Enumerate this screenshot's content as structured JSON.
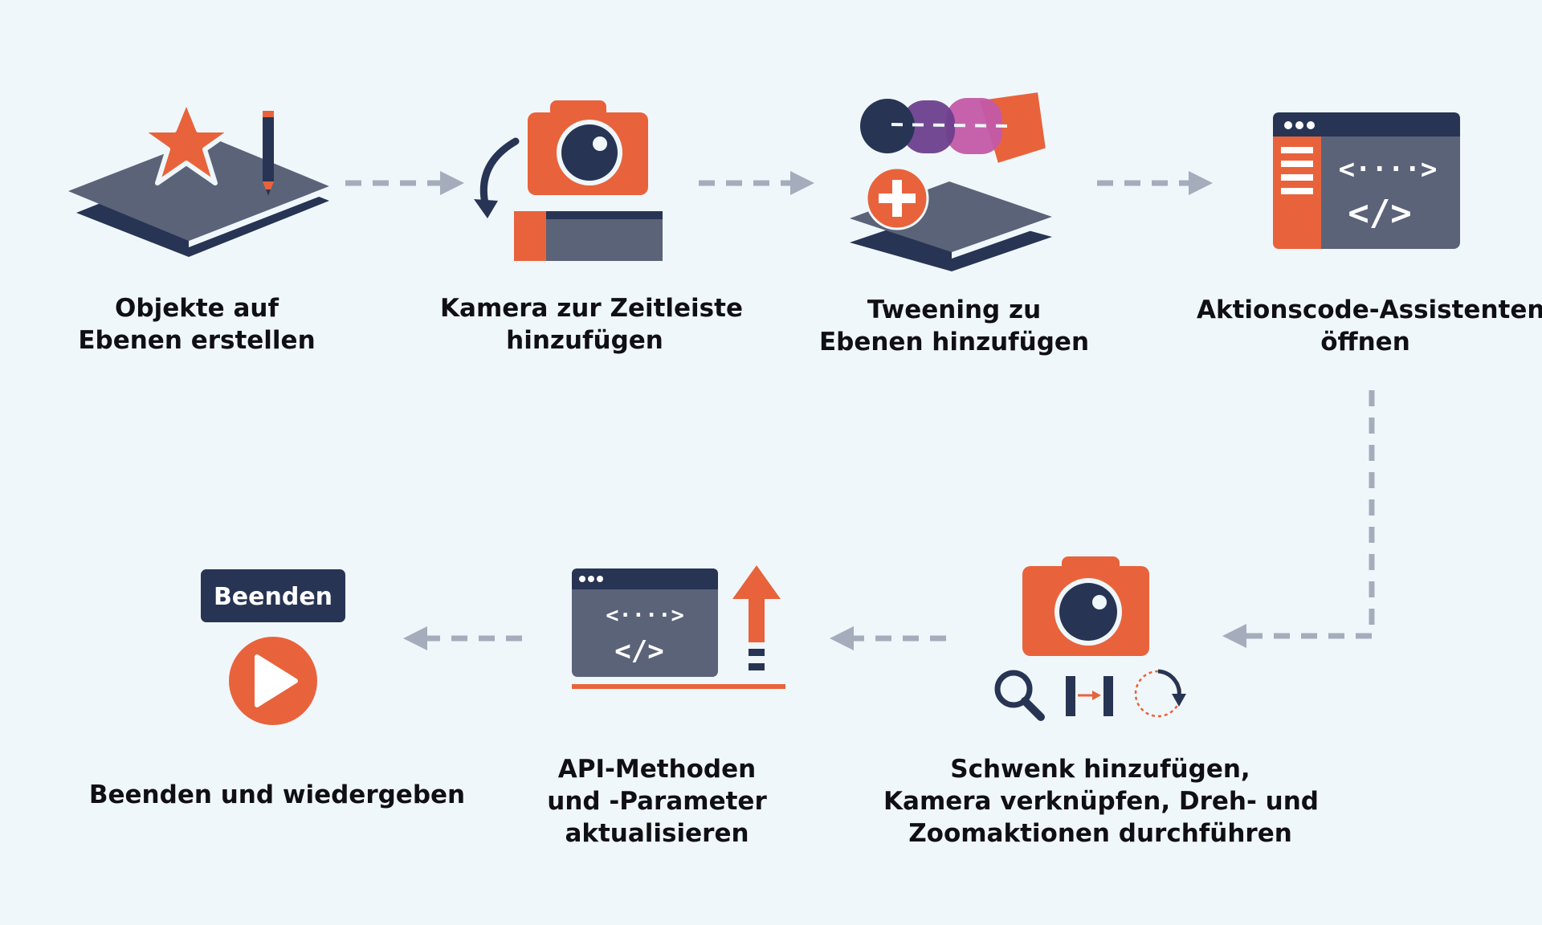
{
  "colors": {
    "background": "#f0f7fb",
    "orange": "#e8633b",
    "navy": "#273454",
    "slate": "#5b6379",
    "purple": "#6d3f8e",
    "pink": "#c35aa8",
    "arrow": "#a5acbb",
    "text": "#0f0f14"
  },
  "steps": [
    {
      "id": "s1",
      "icon": "layers-star-pencil-icon",
      "label_lines": [
        "Objekte auf",
        "Ebenen erstellen"
      ]
    },
    {
      "id": "s2",
      "icon": "camera-timeline-icon",
      "label_lines": [
        "Kamera zur Zeitleiste",
        "hinzufügen"
      ]
    },
    {
      "id": "s3",
      "icon": "tweening-layers-icon",
      "label_lines": [
        "Tweening zu",
        "Ebenen hinzufügen"
      ]
    },
    {
      "id": "s4",
      "icon": "code-window-icon",
      "label_lines": [
        "Aktionscode-Assistenten",
        "öffnen"
      ]
    },
    {
      "id": "s5",
      "icon": "camera-pan-zoom-rotate-icon",
      "label_lines": [
        "Schwenk hinzufügen,",
        "Kamera verknüpfen, Dreh- und",
        "Zoomaktionen durchführen"
      ]
    },
    {
      "id": "s6",
      "icon": "code-window-upload-icon",
      "label_lines": [
        "API-Methoden",
        "und -Parameter",
        "aktualisieren"
      ]
    },
    {
      "id": "s7",
      "icon": "play-button-icon",
      "label_lines": [
        "Beenden und wiedergeben"
      ],
      "badge": "Beenden"
    }
  ]
}
